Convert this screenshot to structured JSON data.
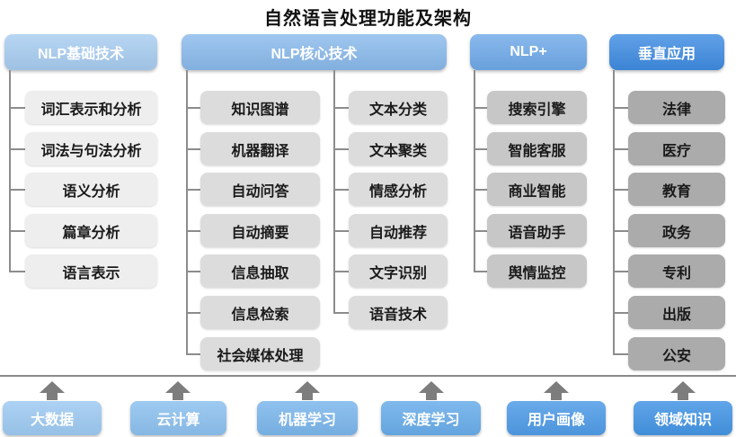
{
  "title": "自然语言处理功能及架构",
  "columns": {
    "basic": {
      "header": "NLP基础技术",
      "items": [
        "词汇表示和分析",
        "词法与句法分析",
        "语义分析",
        "篇章分析",
        "语言表示"
      ]
    },
    "core": {
      "header": "NLP核心技术",
      "left_items": [
        "知识图谱",
        "机器翻译",
        "自动问答",
        "自动摘要",
        "信息抽取",
        "信息检索",
        "社会媒体处理"
      ],
      "right_items": [
        "文本分类",
        "文本聚类",
        "情感分析",
        "自动推荐",
        "文字识别",
        "语音技术"
      ]
    },
    "nlp_plus": {
      "header": "NLP+",
      "items": [
        "搜索引擎",
        "智能客服",
        "商业智能",
        "语音助手",
        "舆情监控"
      ]
    },
    "vertical": {
      "header": "垂直应用",
      "items": [
        "法律",
        "医疗",
        "教育",
        "政务",
        "专利",
        "出版",
        "公安"
      ]
    }
  },
  "foundation": {
    "items": [
      "大数据",
      "云计算",
      "机器学习",
      "深度学习",
      "用户画像",
      "领域知识"
    ]
  },
  "colors": {
    "header_basic": "#a8cdf1",
    "header_core": "#8abaec",
    "header_nlp_plus": "#6faae9",
    "header_vertical": "#3f8ce2",
    "item_basic": "#eeeeee",
    "item_core": "#dcdcdc",
    "item_nlp_plus": "#c7c7c7",
    "item_vertical": "#ababab",
    "foundation_boxes": [
      "#9ecaf2",
      "#8dc1ef",
      "#7cb7ec",
      "#69adea",
      "#509ce7",
      "#4495e4"
    ],
    "connector": "#8c8c8c",
    "arrow": "#7d7d7d",
    "separator": "#8a8a8a"
  }
}
